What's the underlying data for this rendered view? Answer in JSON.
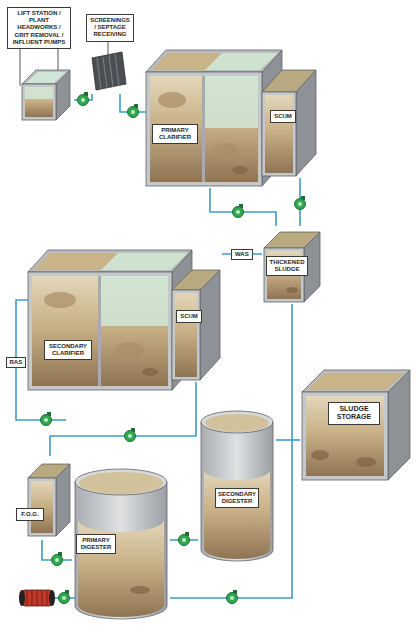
{
  "diagram": {
    "nodes": [
      {
        "text": [
          "LIFT STATION / PLANT HEADWORKS / GRIT REMOVAL / INFLUENT PUMPS"
        ]
      },
      {
        "text": [
          "SCREENINGS / SEPTAGE RECEIVING"
        ]
      },
      {
        "text": [
          "PRIMARY CLARIFIER"
        ]
      },
      {
        "text": [
          "SCUM"
        ],
        "in": 2
      },
      {
        "text": [
          "THICKENED SLUDGE"
        ]
      },
      {
        "text": [
          "SECONDARY CLARIFIER"
        ]
      },
      {
        "text": [
          "SCUM"
        ],
        "in": 5
      },
      {
        "text": [
          "SLUDGE STORAGE"
        ]
      },
      {
        "text": [
          "SECONDARY DIGESTER"
        ]
      },
      {
        "text": [
          "F.O.G."
        ]
      },
      {
        "text": [
          "PRIMARY DIGESTER"
        ]
      }
    ],
    "edges": [
      {
        "from": 0,
        "to": 1,
        "arrow": "none"
      },
      {
        "from": 1,
        "to": 2,
        "arrow": "none"
      },
      {
        "from": 2,
        "to": 4,
        "arrow": "none"
      },
      {
        "from": 3,
        "to": 4,
        "arrow": "none"
      },
      {
        "from": 5,
        "to": 4,
        "label": "WAS",
        "arrow": "none"
      },
      {
        "from": 6,
        "to": 9,
        "arrow": "none"
      },
      {
        "from": 4,
        "to": 10,
        "arrow": "none"
      },
      {
        "from": 9,
        "to": 10,
        "arrow": "none"
      },
      {
        "from": 10,
        "to": 8,
        "arrow": "none"
      },
      {
        "from": 8,
        "to": 7,
        "arrow": "none"
      }
    ],
    "labels": [
      "RAS"
    ]
  }
}
